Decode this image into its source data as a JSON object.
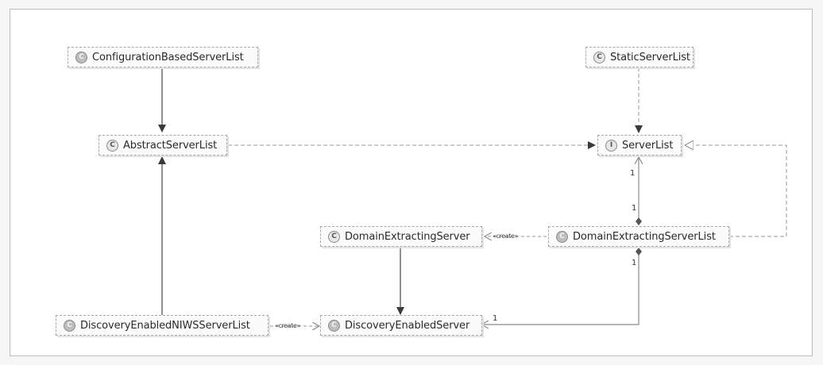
{
  "diagram": {
    "nodes": {
      "configuration_based": {
        "icon": "C",
        "label": "ConfigurationBasedServerList"
      },
      "static_server_list": {
        "icon": "C",
        "label": "StaticServerList"
      },
      "abstract_server_list": {
        "icon": "C",
        "label": "AbstractServerList"
      },
      "server_list": {
        "icon": "I",
        "label": "ServerList"
      },
      "domain_extracting_server": {
        "icon": "C",
        "label": "DomainExtractingServer"
      },
      "domain_extracting_server_list": {
        "icon": "C",
        "label": "DomainExtractingServerList"
      },
      "discovery_enabled_niws": {
        "icon": "C",
        "label": "DiscoveryEnabledNIWSServerList"
      },
      "discovery_enabled_server": {
        "icon": "C",
        "label": "DiscoveryEnabledServer"
      }
    },
    "edge_labels": {
      "creates_1": "«create»",
      "creates_2": "«create»"
    },
    "multiplicities": {
      "m1": "1",
      "m2": "1",
      "m3": "1",
      "m4": "1"
    }
  }
}
